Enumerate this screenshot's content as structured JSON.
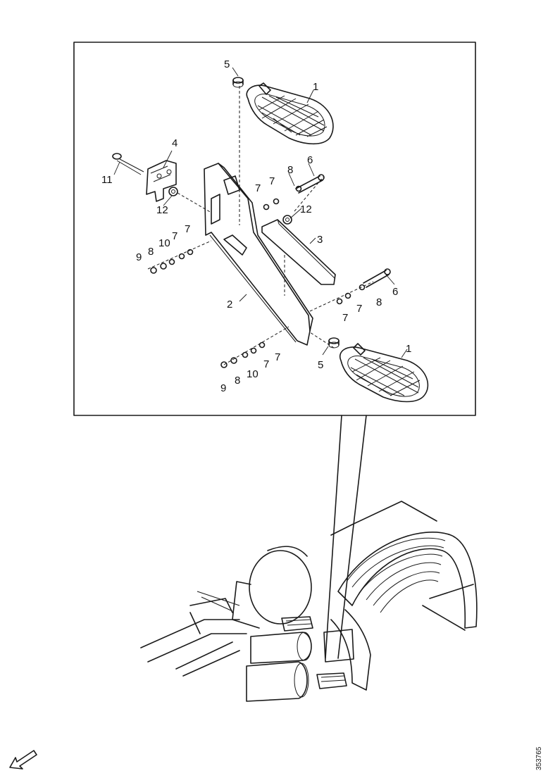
{
  "diagram": {
    "callouts": {
      "c1_top": "1",
      "c1_bottom": "1",
      "c2": "2",
      "c3": "3",
      "c4": "4",
      "c5_top": "5",
      "c5_bottom": "5",
      "c6_top": "6",
      "c6_bottom": "6",
      "c7_a": "7",
      "c7_b": "7",
      "c7_c": "7",
      "c7_d": "7",
      "c7_e": "7",
      "c7_f": "7",
      "c7_g": "7",
      "c7_h": "7",
      "c8_top": "8",
      "c8_left": "8",
      "c8_right": "8",
      "c8_bottom": "8",
      "c9_left": "9",
      "c9_bottom": "9",
      "c10_left": "10",
      "c10_bottom": "10",
      "c11": "11",
      "c12_left": "12",
      "c12_right": "12"
    },
    "reference_number": "353765"
  }
}
